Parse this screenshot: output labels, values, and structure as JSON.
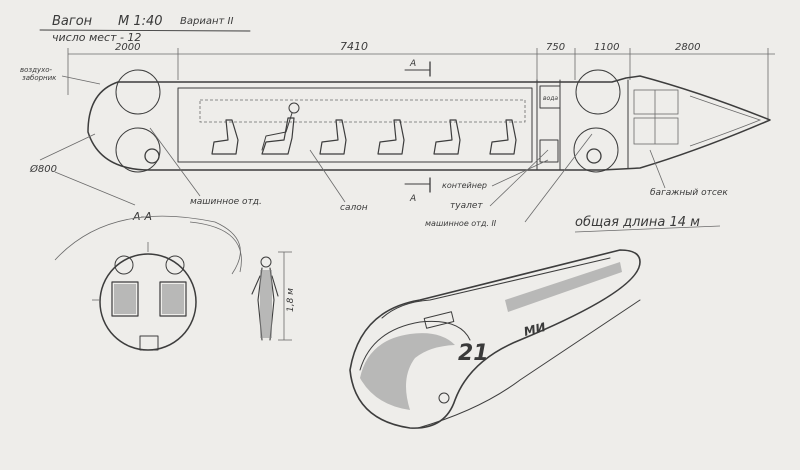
{
  "header": {
    "title": "Вагон",
    "scale": "М 1:40",
    "variant": "Вариант II",
    "seats": "число мест - 12"
  },
  "dimensions": {
    "d2000": "2000",
    "d7410": "7410",
    "d750": "750",
    "d1100": "1100",
    "d2800": "2800",
    "d800": "Ø800",
    "h18": "1,8 м"
  },
  "labels": {
    "air_intake": "воздухо-\nзаборник",
    "machine_room": "машинное отд.",
    "salon": "салон",
    "container": "контейнер",
    "toilet": "туалет",
    "machine_room_2": "машинное отд. II",
    "baggage": "багажный отсек",
    "water": "вода",
    "total_length": "общая длина 14 м",
    "section_mark": "А",
    "section_title": "А-А",
    "vehicle_number": "21",
    "vehicle_logo": "МИ"
  },
  "colors": {
    "pencil": "#3d3d3d",
    "paper": "#eeedea"
  }
}
